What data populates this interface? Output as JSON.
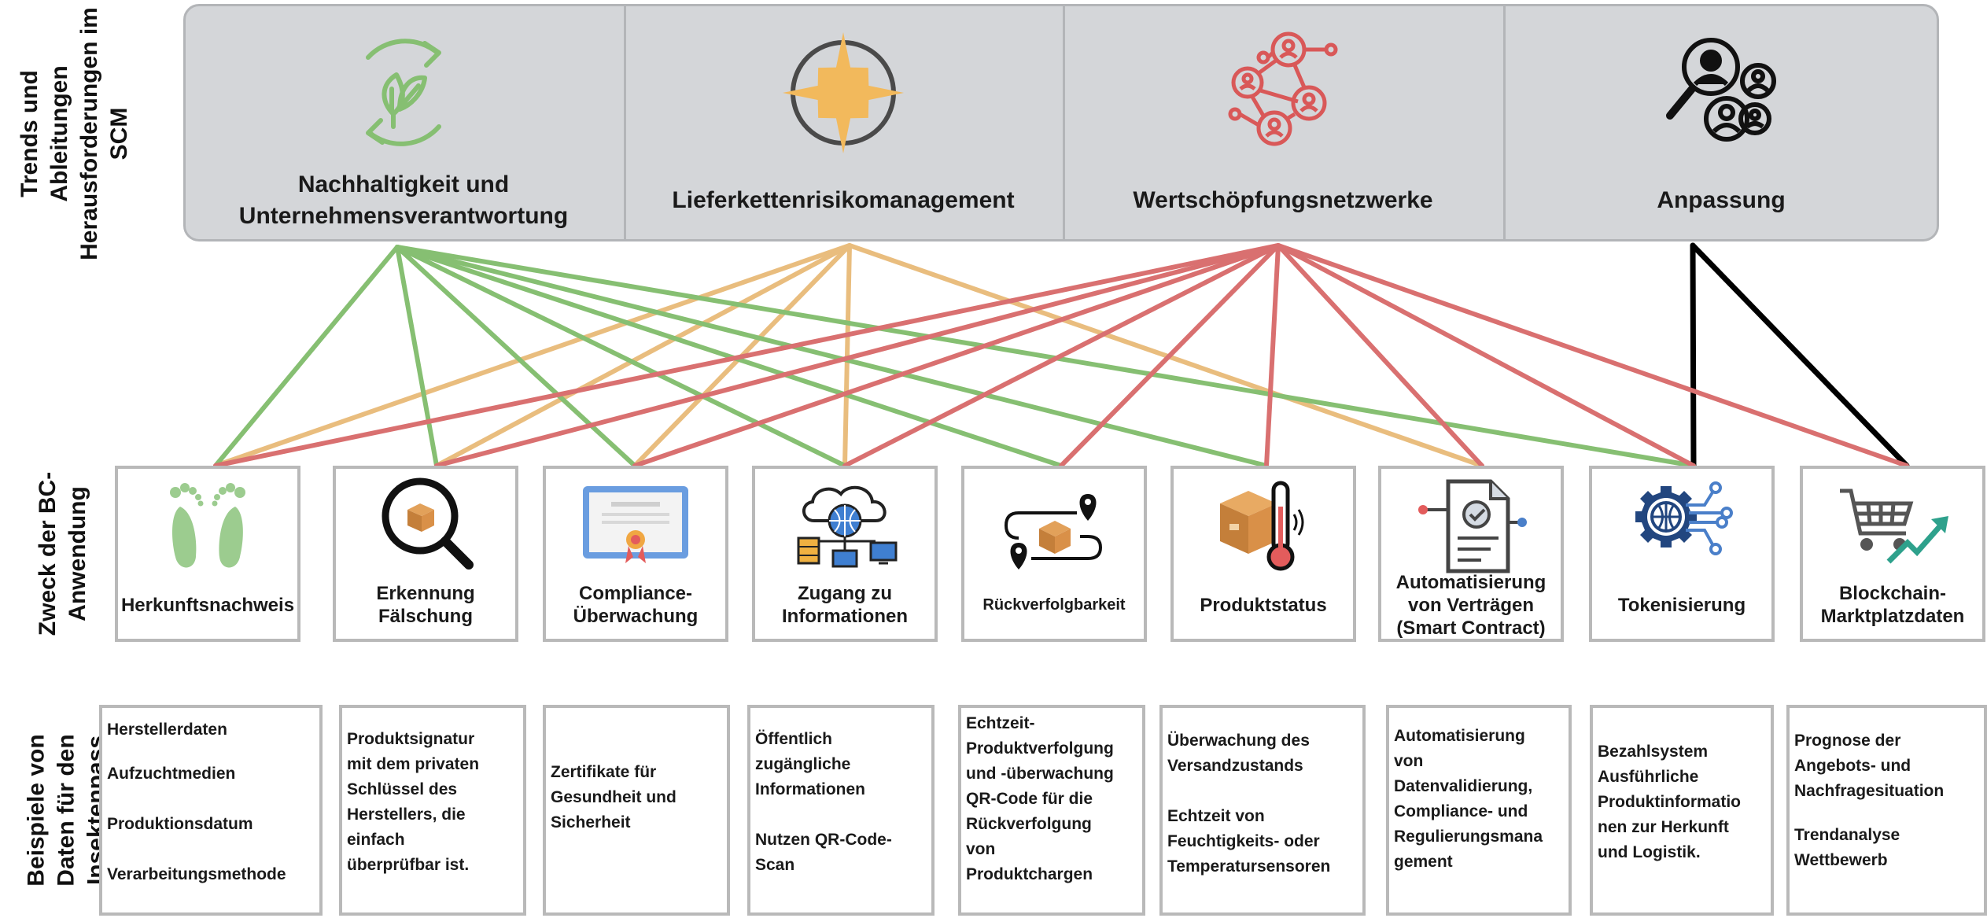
{
  "row_labels": {
    "trends": [
      "Trends und",
      "Ableitungen",
      "Herausforderungen im",
      "SCM"
    ],
    "purpose": [
      "Zweck der BC-",
      "Anwendung"
    ],
    "examples": [
      "Beispiele von",
      "Daten für den",
      "Insektenpass"
    ]
  },
  "colors": {
    "sustainability": "#86bf72",
    "risk": "#e9bd7e",
    "networks": "#d97070",
    "adaptation": "#000000",
    "box_border": "#b9b9b9",
    "trend_fill": "#d4d6d9"
  },
  "trends": [
    {
      "id": "sustainability",
      "label": "Nachhaltigkeit und\nUnternehmensverantwortung",
      "icon": "leaf-cycle-icon"
    },
    {
      "id": "risk",
      "label": "Lieferkettenrisikomanagement",
      "icon": "compass-star-icon"
    },
    {
      "id": "networks",
      "label": "Wertschöpfungsnetzwerke",
      "icon": "network-people-icon"
    },
    {
      "id": "adaptation",
      "label": "Anpassung",
      "icon": "people-search-icon"
    }
  ],
  "applications": [
    {
      "label": "Herkunftsnachweis",
      "icon": "footprints-icon"
    },
    {
      "label": "Erkennung\nFälschung",
      "icon": "magnifier-box-icon"
    },
    {
      "label": "Compliance-\nÜberwachung",
      "icon": "certificate-icon"
    },
    {
      "label": "Zugang zu\nInformationen",
      "icon": "cloud-network-icon"
    },
    {
      "label": "Rückverfolgbarkeit",
      "icon": "tracking-route-icon"
    },
    {
      "label": "Produktstatus",
      "icon": "box-thermometer-icon"
    },
    {
      "label": "Automatisierung\nvon Verträgen\n(Smart Contract)",
      "icon": "smart-contract-icon"
    },
    {
      "label": "Tokenisierung",
      "icon": "gear-globe-icon"
    },
    {
      "label": "Blockchain-\nMarktplatzdaten",
      "icon": "cart-trend-icon"
    }
  ],
  "connections": {
    "sustainability": [
      0,
      1,
      2,
      3,
      4,
      5,
      7
    ],
    "risk": [
      0,
      1,
      2,
      3,
      6
    ],
    "networks": [
      0,
      1,
      2,
      3,
      4,
      5,
      6,
      7,
      8
    ],
    "adaptation": [
      7,
      8
    ]
  },
  "examples": [
    [
      "Herstellerdaten",
      "Aufzuchtmedien",
      "Produktionsdatum",
      "Verarbeitungsmethode"
    ],
    [
      "Produktsignatur\nmit dem privaten\nSchlüssel des\nHerstellers, die\neinfach\nüberprüfbar ist."
    ],
    [
      "Zertifikate für\nGesundheit und\nSicherheit"
    ],
    [
      "Öffentlich\nzugängliche\nInformationen",
      "Nutzen QR-Code-\nScan"
    ],
    [
      "Echtzeit-\nProduktverfolgung\nund -überwachung\nQR-Code für die\nRückverfolgung\nvon\nProduktchargen"
    ],
    [
      "Überwachung des\nVersandzustands",
      "Echtzeit von\nFeuchtigkeits- oder\nTemperatursensoren"
    ],
    [
      "Automatisierung\nvon\nDatenvalidierung,\nCompliance- und\nRegulierungsmana\ngement"
    ],
    [
      "Bezahlsystem\nAusführliche\nProduktinformatio\nnen zur Herkunft\nund Logistik."
    ],
    [
      "Prognose der\nAngebots- und\nNachfragesituation",
      "Trendanalyse\nWettbewerb"
    ]
  ]
}
